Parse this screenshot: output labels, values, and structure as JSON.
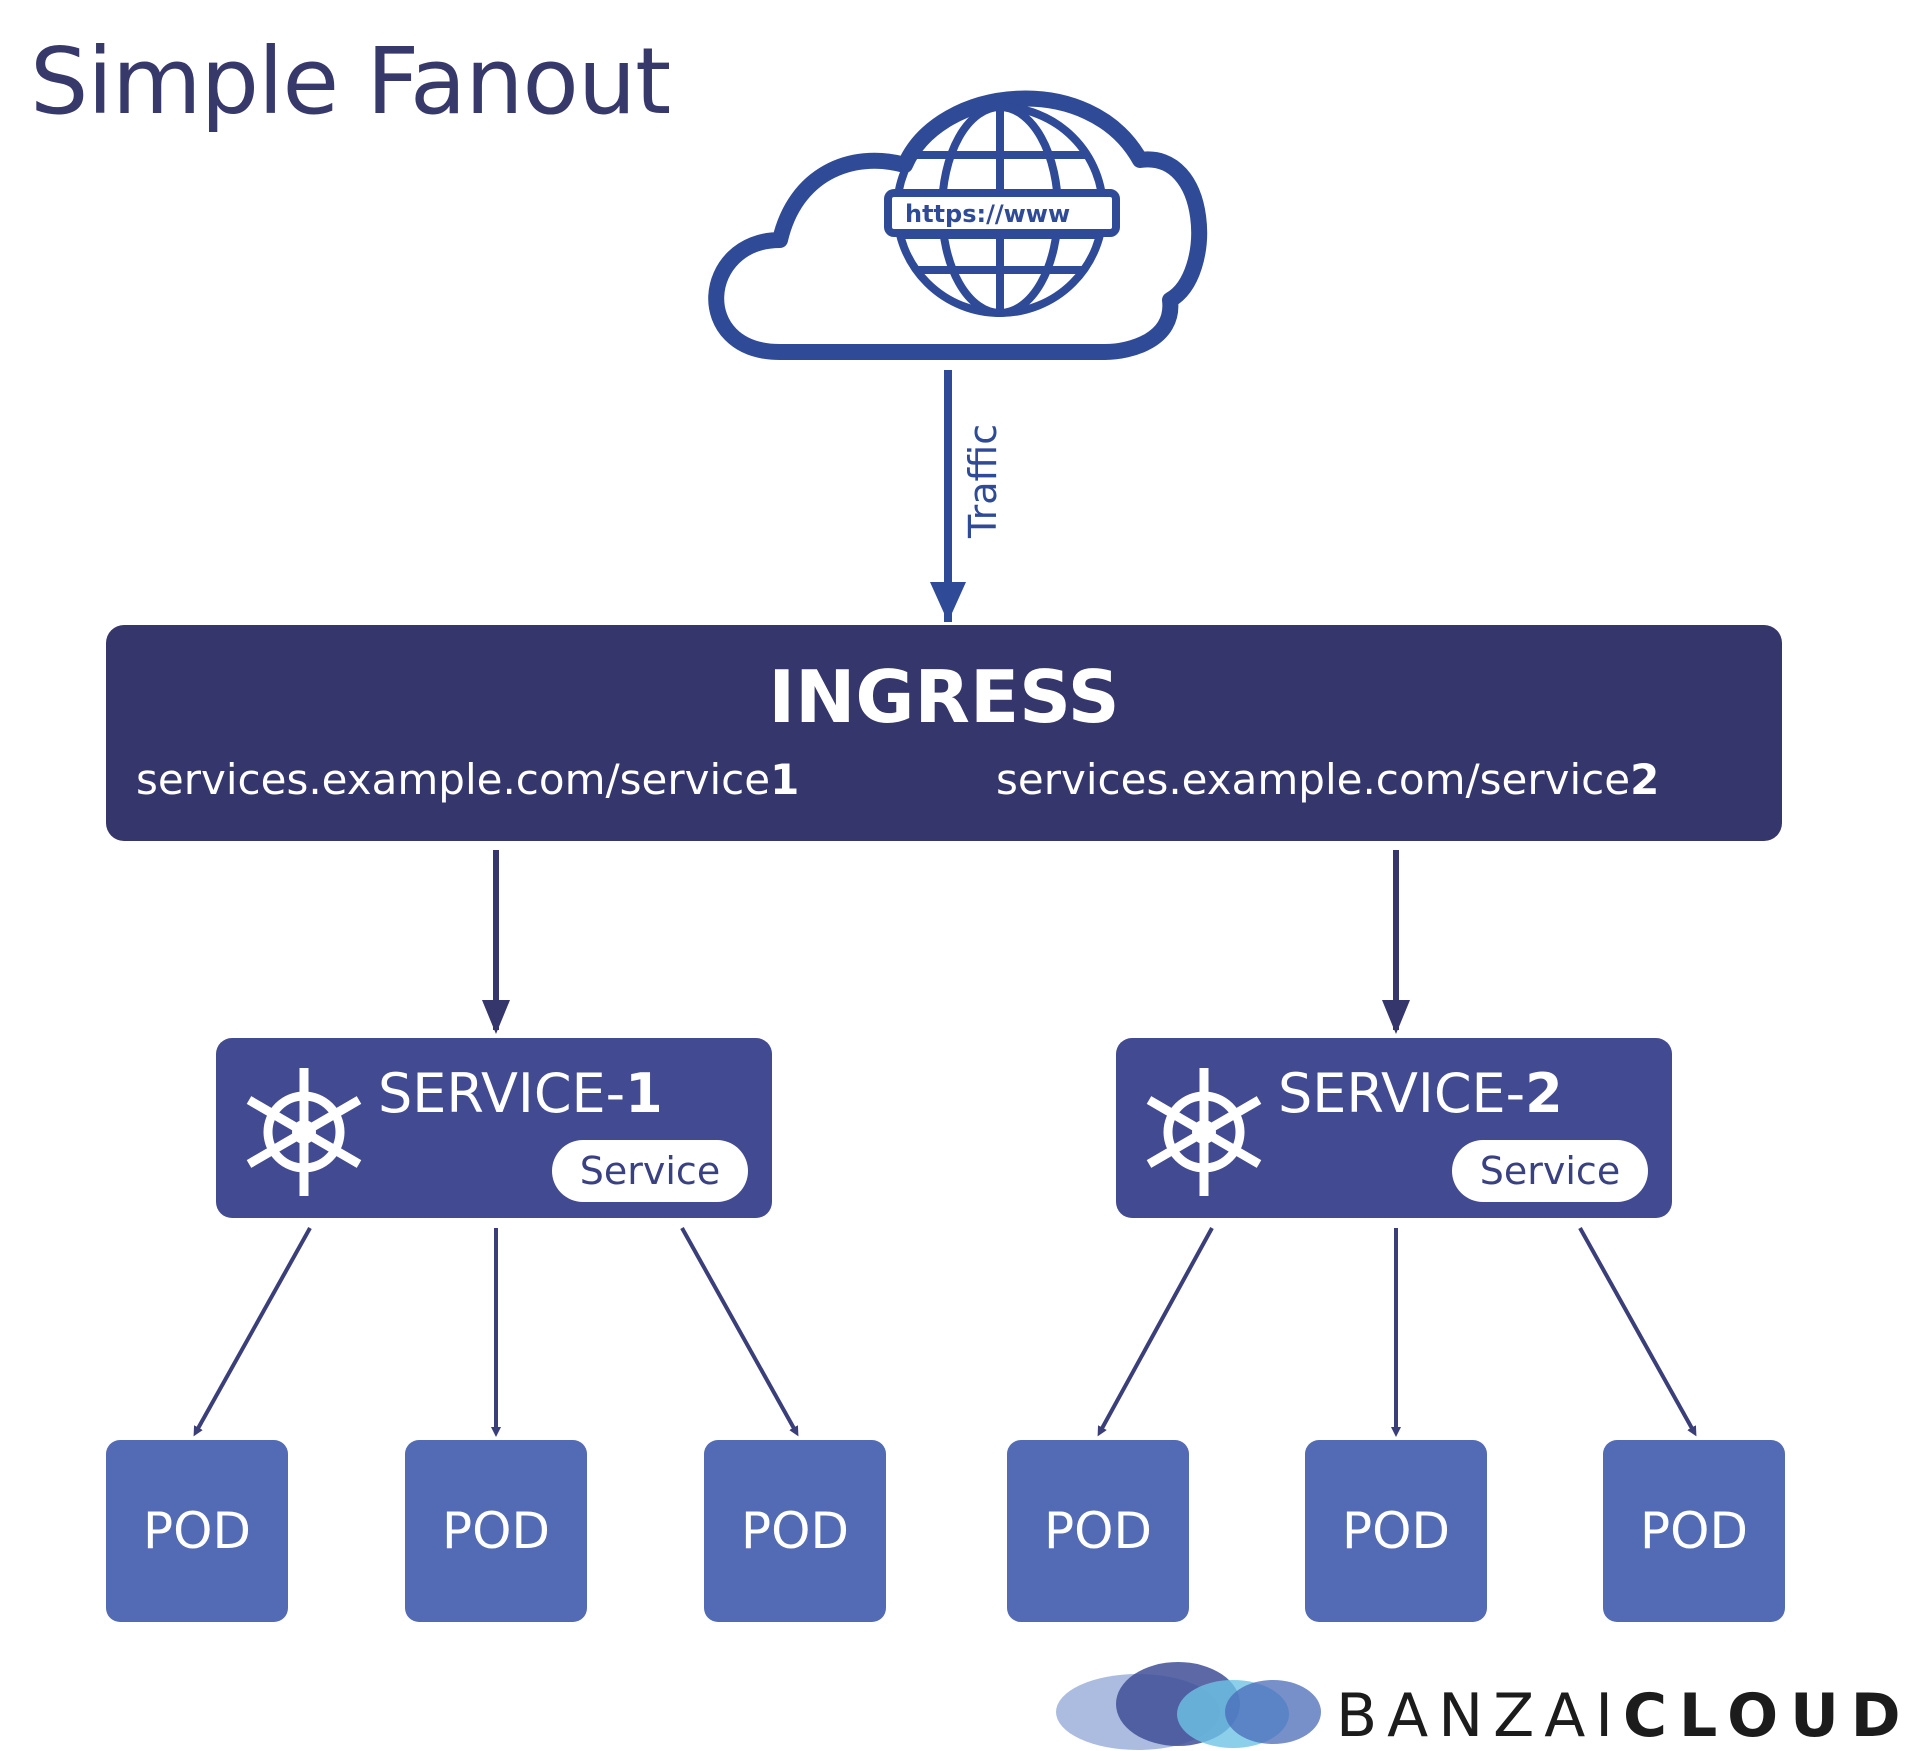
{
  "title": "Simple Fanout",
  "cloud": {
    "url_label": "https://www"
  },
  "traffic_label": "Traffic",
  "ingress": {
    "title": "INGRESS",
    "route1": {
      "prefix": "services.example.com/service",
      "suffix": "1"
    },
    "route2": {
      "prefix": "services.example.com/service",
      "suffix": "2"
    }
  },
  "services": [
    {
      "name": "SERVICE-",
      "number": "1",
      "badge": "Service"
    },
    {
      "name": "SERVICE-",
      "number": "2",
      "badge": "Service"
    }
  ],
  "pods": [
    "POD",
    "POD",
    "POD",
    "POD",
    "POD",
    "POD"
  ],
  "logo": {
    "part1": "BANZAI",
    "part2": "CLOUD"
  },
  "colors": {
    "title": "#38396b",
    "ingress": "#34366c",
    "service": "#424b92",
    "pod": "#526bb4",
    "arrow": "#3a3f7a",
    "cloud": "#2f4a97"
  }
}
